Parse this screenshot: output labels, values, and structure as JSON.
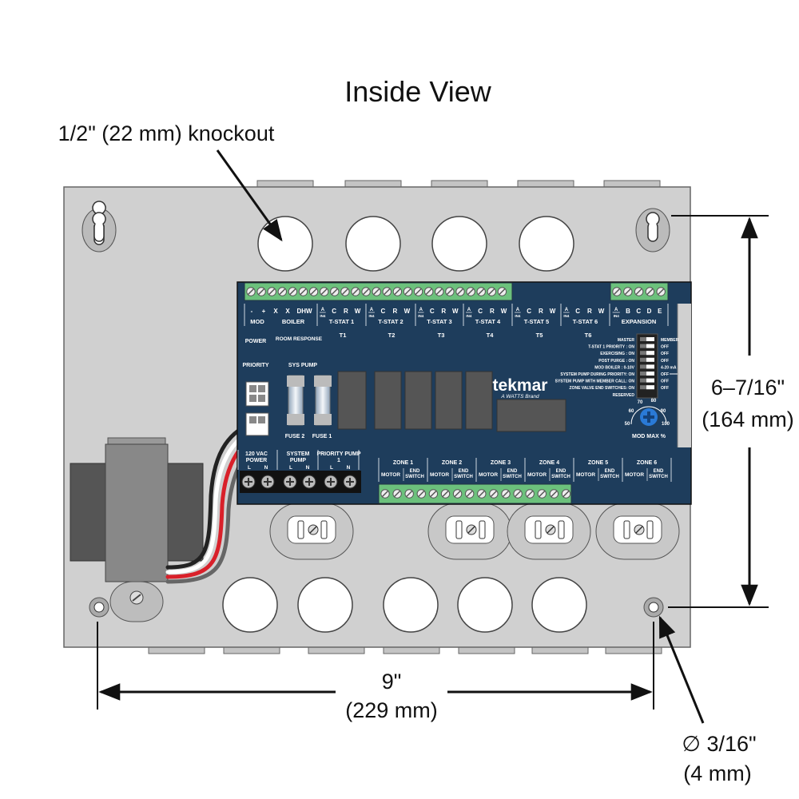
{
  "title": "Inside View",
  "callouts": {
    "knockout": "1/2\" (22 mm) knockout",
    "height_in": "6–7/16\"",
    "height_mm": "(164 mm)",
    "width_in": "9\"",
    "width_mm": "(229 mm)",
    "hole_in": "∅ 3/16\"",
    "hole_mm": "(4 mm)"
  },
  "board": {
    "top_terminals": {
      "labels": [
        "-",
        "+",
        "X",
        "X",
        "DHW",
        "C",
        "R",
        "W",
        "C",
        "R",
        "W",
        "C",
        "R",
        "W",
        "C",
        "R",
        "W",
        "C",
        "R",
        "W",
        "C",
        "R",
        "W",
        "B",
        "C",
        "D",
        "E"
      ],
      "groups": [
        "MOD",
        "BOILER",
        "T-STAT 1",
        "T-STAT 2",
        "T-STAT 3",
        "T-STAT 4",
        "T-STAT 5",
        "T-STAT 6",
        "EXPANSION"
      ],
      "a_label": "A",
      "in4_label": "IN4"
    },
    "indicators": [
      "T1",
      "T2",
      "T3",
      "T4",
      "T5",
      "T6"
    ],
    "leds": {
      "power": "POWER",
      "room_response": "ROOM RESPONSE",
      "priority": "PRIORITY",
      "sys_pump": "SYS PUMP"
    },
    "fuses": [
      "FUSE 2",
      "FUSE 1"
    ],
    "brand": {
      "name": "tekmar",
      "tagline": "A WATTS Brand"
    },
    "dip_switches": [
      {
        "left": "MASTER",
        "right": "MEMBER"
      },
      {
        "left": "T-STAT 1 PRIORITY : ON",
        "right": "OFF"
      },
      {
        "left": "EXERCISING : ON",
        "right": "OFF"
      },
      {
        "left": "POST PURGE : ON",
        "right": "OFF"
      },
      {
        "left": "MOD BOILER : 0-10V",
        "right": "4-20 mA"
      },
      {
        "left": "SYSTEM PUMP DURING PRIORITY: ON",
        "right": "OFF"
      },
      {
        "left": "SYSTEM PUMP WITH MEMBER CALL: ON",
        "right": "OFF"
      },
      {
        "left": "ZONE VALVE END SWITCHES: ON",
        "right": "OFF"
      },
      {
        "left": "RESERVED",
        "right": ""
      }
    ],
    "dial": {
      "label": "MOD MAX %",
      "ticks": [
        "50",
        "60",
        "70",
        "80",
        "90",
        "100"
      ]
    },
    "power_terminals": [
      {
        "group": "120 VAC POWER",
        "l": "L",
        "n": "N"
      },
      {
        "group": "SYSTEM PUMP",
        "l": "L",
        "n": "N"
      },
      {
        "group": "PRIORITY PUMP 1",
        "l": "L",
        "n": "N"
      }
    ],
    "zones": [
      "ZONE 1",
      "ZONE 2",
      "ZONE 3",
      "ZONE 4",
      "ZONE 5",
      "ZONE 6"
    ],
    "zone_sub": {
      "motor": "MOTOR",
      "end": "END",
      "switch": "SWITCH"
    }
  },
  "colors": {
    "board": "#1e3d5c",
    "terminal_green": "#6cc17c",
    "enclosure": "#d0d0d0",
    "relay": "#555555",
    "wire_red": "#d9202a"
  }
}
